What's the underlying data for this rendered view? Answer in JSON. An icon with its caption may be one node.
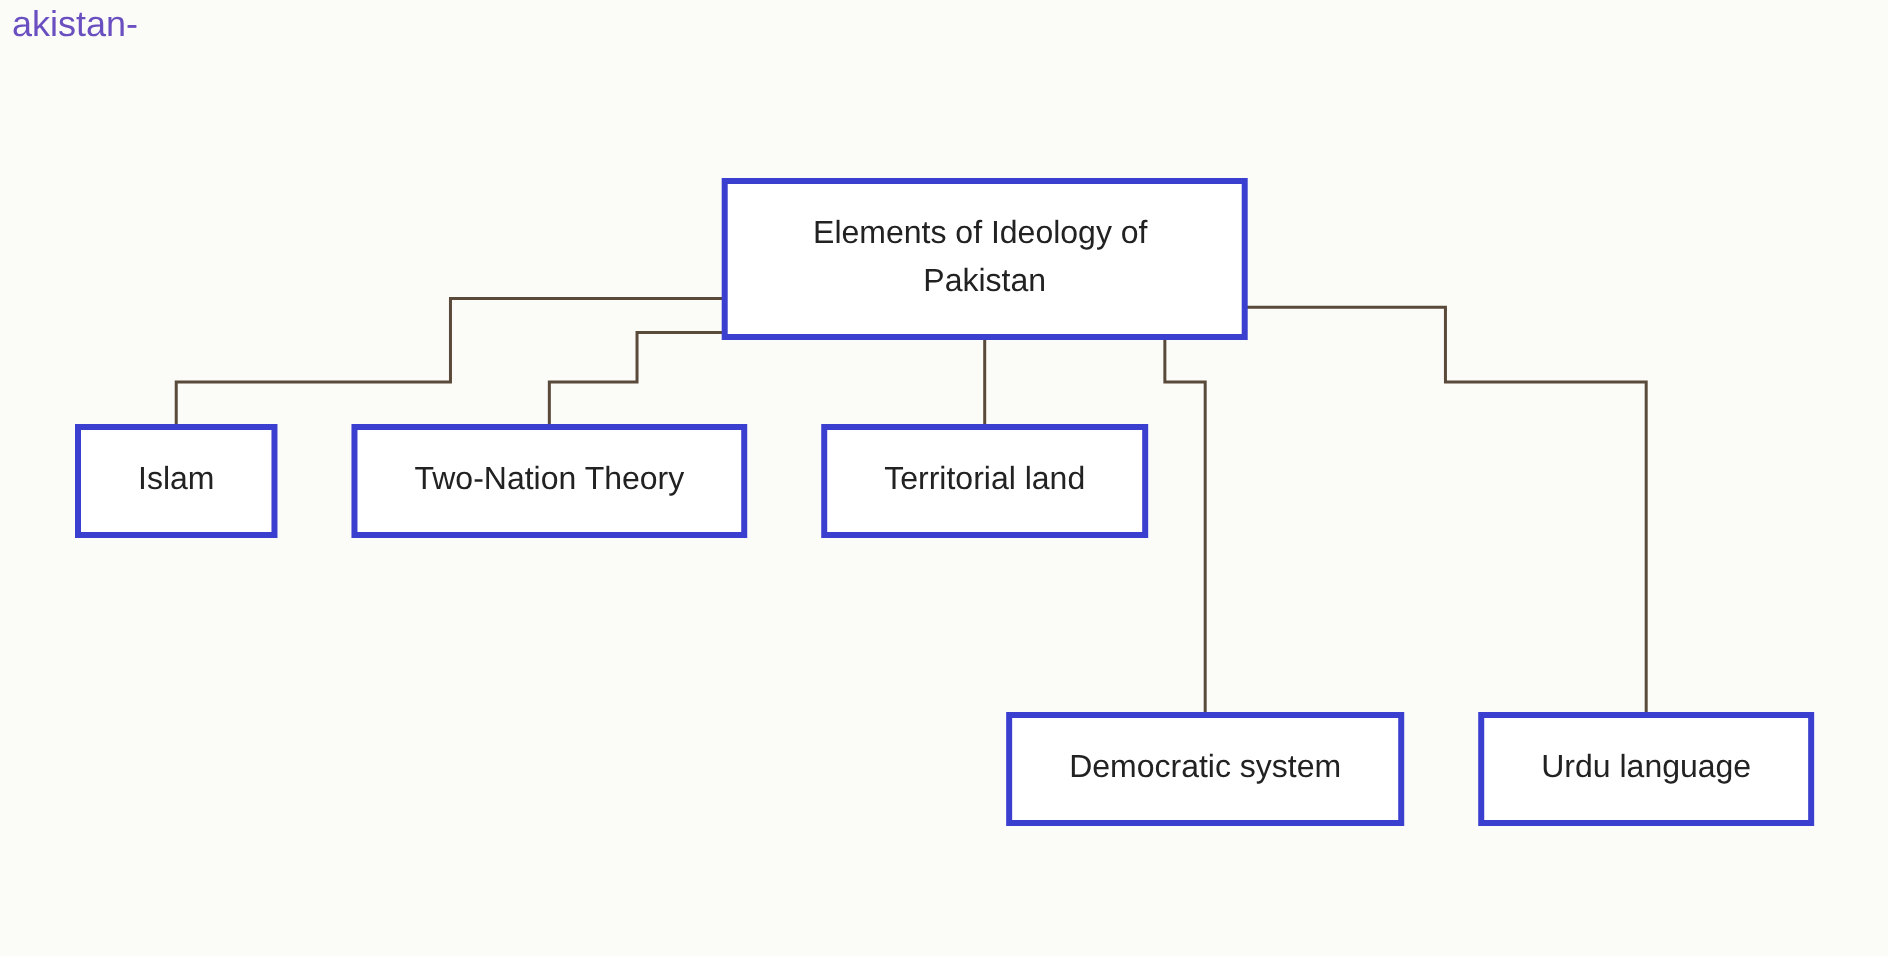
{
  "diagram": {
    "nodes": [
      {
        "text": [
          "Elements of Ideology of Pakistan"
        ]
      },
      {
        "text": [
          "Islam"
        ]
      },
      {
        "text": [
          "Two-Nation Theory"
        ]
      },
      {
        "text": [
          "Territorial land"
        ]
      },
      {
        "text": [
          "Democratic system"
        ]
      },
      {
        "text": [
          "Urdu language"
        ]
      }
    ],
    "edges": [
      {
        "from": 0,
        "to": 1,
        "arrow": "none"
      },
      {
        "from": 0,
        "to": 4,
        "arrow": "none"
      },
      {
        "from": 0,
        "to": 2,
        "arrow": "none"
      },
      {
        "from": 0,
        "to": 5,
        "arrow": "none"
      },
      {
        "from": 0,
        "to": 3,
        "arrow": "none"
      }
    ],
    "labels": [
      "akistan-"
    ]
  }
}
